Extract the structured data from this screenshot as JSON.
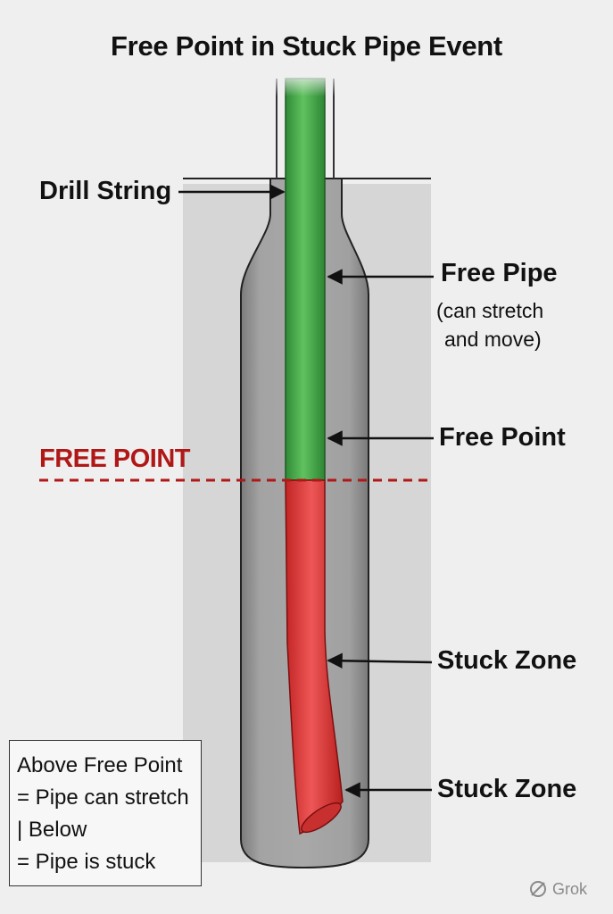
{
  "title": "Free Point in Stuck Pipe Event",
  "labels": {
    "drill_string": "Drill String",
    "free_pipe": "Free Pipe",
    "free_pipe_note_1": "(can stretch",
    "free_pipe_note_2": "and move)",
    "free_point": "Free Point",
    "stuck_zone_1": "Stuck Zone",
    "stuck_zone_2": "Stuck Zone"
  },
  "free_point_marker": "FREE POINT",
  "legend": {
    "line_1": "Above Free Point",
    "line_2": "= Pipe can stretch",
    "line_3": "| Below",
    "line_4": "= Pipe is stuck"
  },
  "brand": "Grok",
  "colors": {
    "free_pipe": "#4aa84a",
    "stuck_pipe": "#e03a3a",
    "free_point_line": "#b01818",
    "wellbore": "#9e9e9e",
    "surface": "#d4d4d4"
  }
}
